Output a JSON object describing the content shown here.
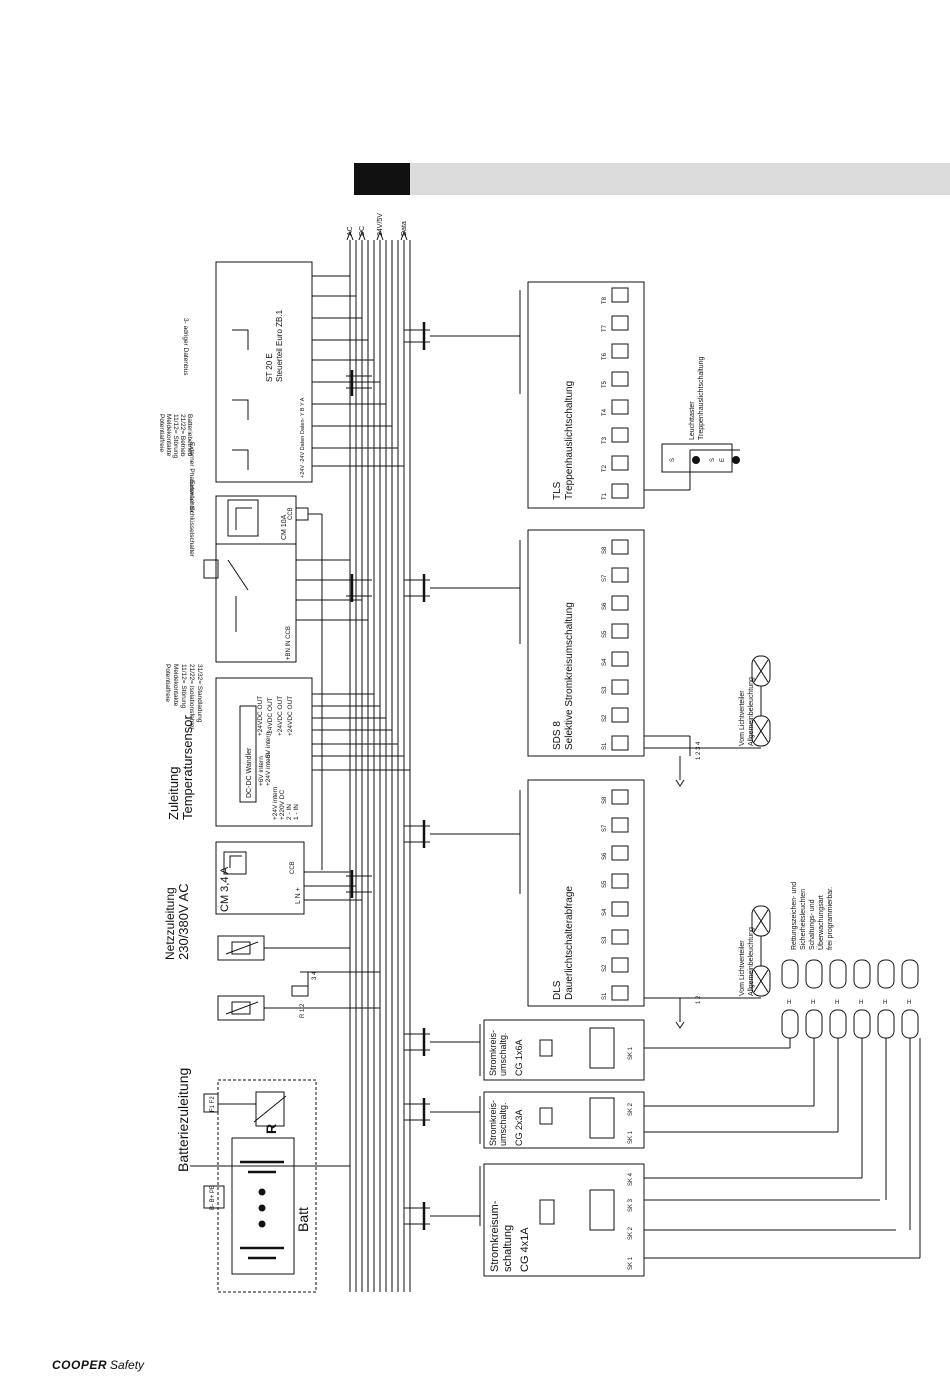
{
  "bus_labels": [
    "AC",
    "DC",
    "24V/5V",
    "Data"
  ],
  "battery": {
    "feed_title": "Batteriezuleitung",
    "battery_label": "Batt",
    "resistor_label": "R",
    "terminals": "B- B+ PE",
    "fuse_terminals": "F1 F2"
  },
  "mains": {
    "line1": "Netzzuleitung",
    "line2": "230/380V AC"
  },
  "temp": {
    "line1": "Zuleitung",
    "line2": "Temperatursensor",
    "terminals": "R  1  2",
    "bridge": "3  4"
  },
  "cm34": {
    "label": "CM 3,4 A",
    "ccb": "CCB",
    "terminals": "L  N  +"
  },
  "dcdc": {
    "title": "DC-DC Wandler",
    "left_items": [
      "1 - IN",
      "2 - IN",
      "+220V DC",
      "+24V intern",
      "+24V intern",
      "+6V intern",
      "-5V intern"
    ],
    "right_items": [
      "+24VDC OUT",
      "-24VDC OUT",
      "+24VDC OUT",
      "+24VDC OUT"
    ]
  },
  "cm10": {
    "label": "CM 10A",
    "ccb": "CCB",
    "relay_notes": [
      "Potentialfreie",
      "Meldekontakte",
      "11/12= Störung",
      "21/22= Isolationsfehler",
      "31/32= Standladung"
    ],
    "terminals": "+BN  IN  CCB"
  },
  "st20": {
    "title": "ST 20 E",
    "subtitle": "Steuerteil Euro ZB.1",
    "notes_ext": [
      "Externer Schlüsselschalter",
      "Externer Phasenwächter"
    ],
    "relay_notes": [
      "Potentialfreie",
      "Meldekontakte",
      "11/12= Störung",
      "21/22= Betrieb",
      "Batteriebetrieb"
    ],
    "bus_note": "3- adriger Datenbus",
    "terminals": "+24V  -24V  Daten  Daten-  Y  B  Y  A"
  },
  "tls": {
    "code": "TLS",
    "name": "Treppenhauslichtschaltung",
    "channels": [
      "T1",
      "T2",
      "T3",
      "T4",
      "T5",
      "T6",
      "T7",
      "T8"
    ],
    "button_note1": "Leuchttaster",
    "button_note2": "Treppenhauslichtschaltung",
    "switch_labels": [
      "S",
      "S",
      "E"
    ]
  },
  "sds": {
    "code": "SDS 8",
    "name": "Selektive Stromkreisumschaltung",
    "channels": [
      "S1",
      "S2",
      "S3",
      "S4",
      "S5",
      "S6",
      "S7",
      "S8"
    ],
    "feed1": "Vom Lichtverteiler",
    "feed2": "Allgemeinbeleuchtung",
    "relay_pins": "1  2  3  4"
  },
  "dls": {
    "code": "DLS",
    "name": "Dauerlichtschalterabfrage",
    "channels": [
      "S1",
      "S2",
      "S3",
      "S4",
      "S5",
      "S6",
      "S7",
      "S8"
    ],
    "feed1": "Vom Lichtverteiler",
    "feed2": "Allgemeinbeleuchtung",
    "relay_pins": "1  2"
  },
  "cg1": {
    "line1": "Stromkreis-",
    "line2": "umschaltg.",
    "code": "CG 1x6A",
    "outputs": [
      "SK 1"
    ]
  },
  "cg2": {
    "line1": "Stromkreis-",
    "line2": "umschaltg.",
    "code": "CG 2x3A",
    "outputs": [
      "SK 1",
      "SK 2"
    ]
  },
  "cg4": {
    "line1": "Stromkreisum-",
    "line2": "schaltung",
    "code": "CG 4x1A",
    "outputs": [
      "SK 1",
      "SK 2",
      "SK 3",
      "SK 4"
    ]
  },
  "luminaires": {
    "note": [
      "Rettungszeichen- und",
      "Sicherheitsleuchten",
      "Schaltungs- und",
      "Überwachungsart",
      "frei programmierbar."
    ],
    "mark": "H"
  },
  "footer": {
    "brand": "COOPER",
    "suffix": "Safety"
  },
  "colors": {
    "ink": "#111111",
    "band": "#dcdcdc",
    "tab": "#111111"
  }
}
